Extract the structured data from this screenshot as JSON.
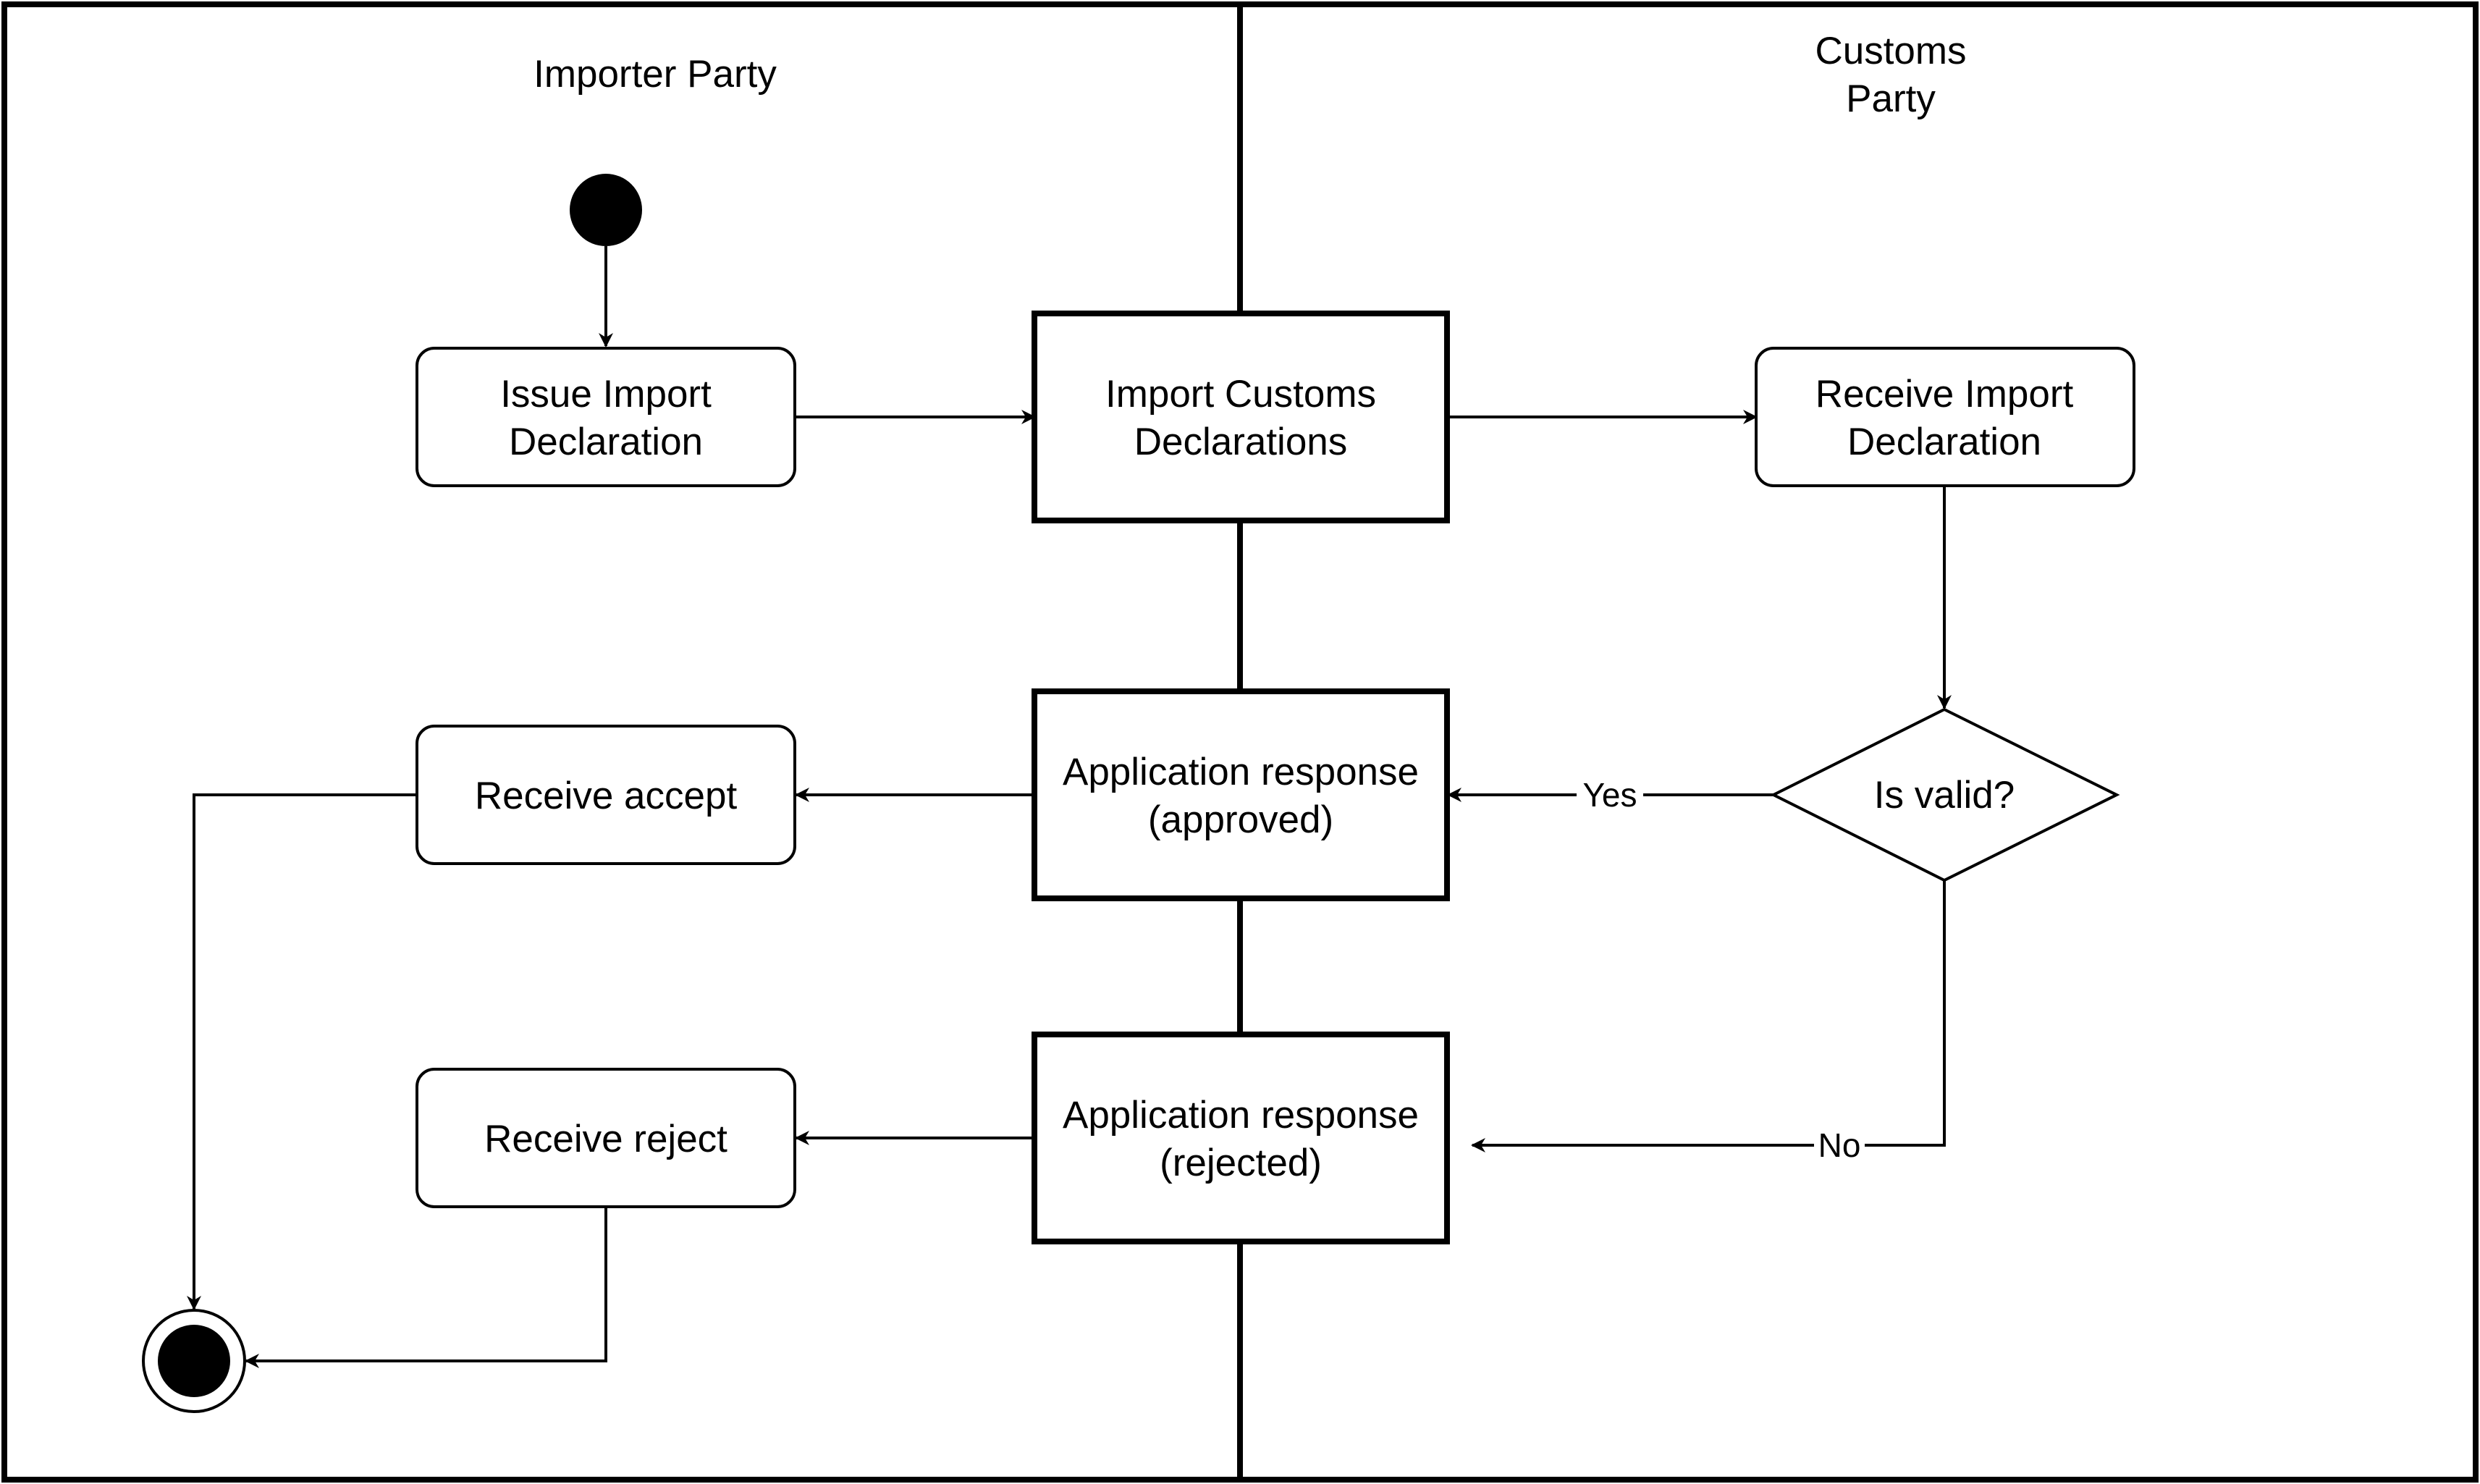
{
  "lanes": {
    "importer": {
      "title": "Importer Party"
    },
    "customs": {
      "title_line1": "Customs",
      "title_line2": "Party"
    }
  },
  "nodes": {
    "issue_import": {
      "line1": "Issue Import",
      "line2": "Declaration"
    },
    "import_customs": {
      "line1": "Import Customs",
      "line2": "Declarations"
    },
    "receive_import": {
      "line1": "Receive Import",
      "line2": "Declaration"
    },
    "is_valid": {
      "label": "Is valid?"
    },
    "app_approved": {
      "line1": "Application response",
      "line2": "(approved)"
    },
    "receive_accept": {
      "label": "Receive accept"
    },
    "app_rejected": {
      "line1": "Application response",
      "line2": "(rejected)"
    },
    "receive_reject": {
      "label": "Receive reject"
    }
  },
  "edges": {
    "yes": {
      "label": "Yes"
    },
    "no": {
      "label": "No"
    }
  },
  "colors": {
    "stroke": "#000000",
    "background": "#ffffff"
  }
}
